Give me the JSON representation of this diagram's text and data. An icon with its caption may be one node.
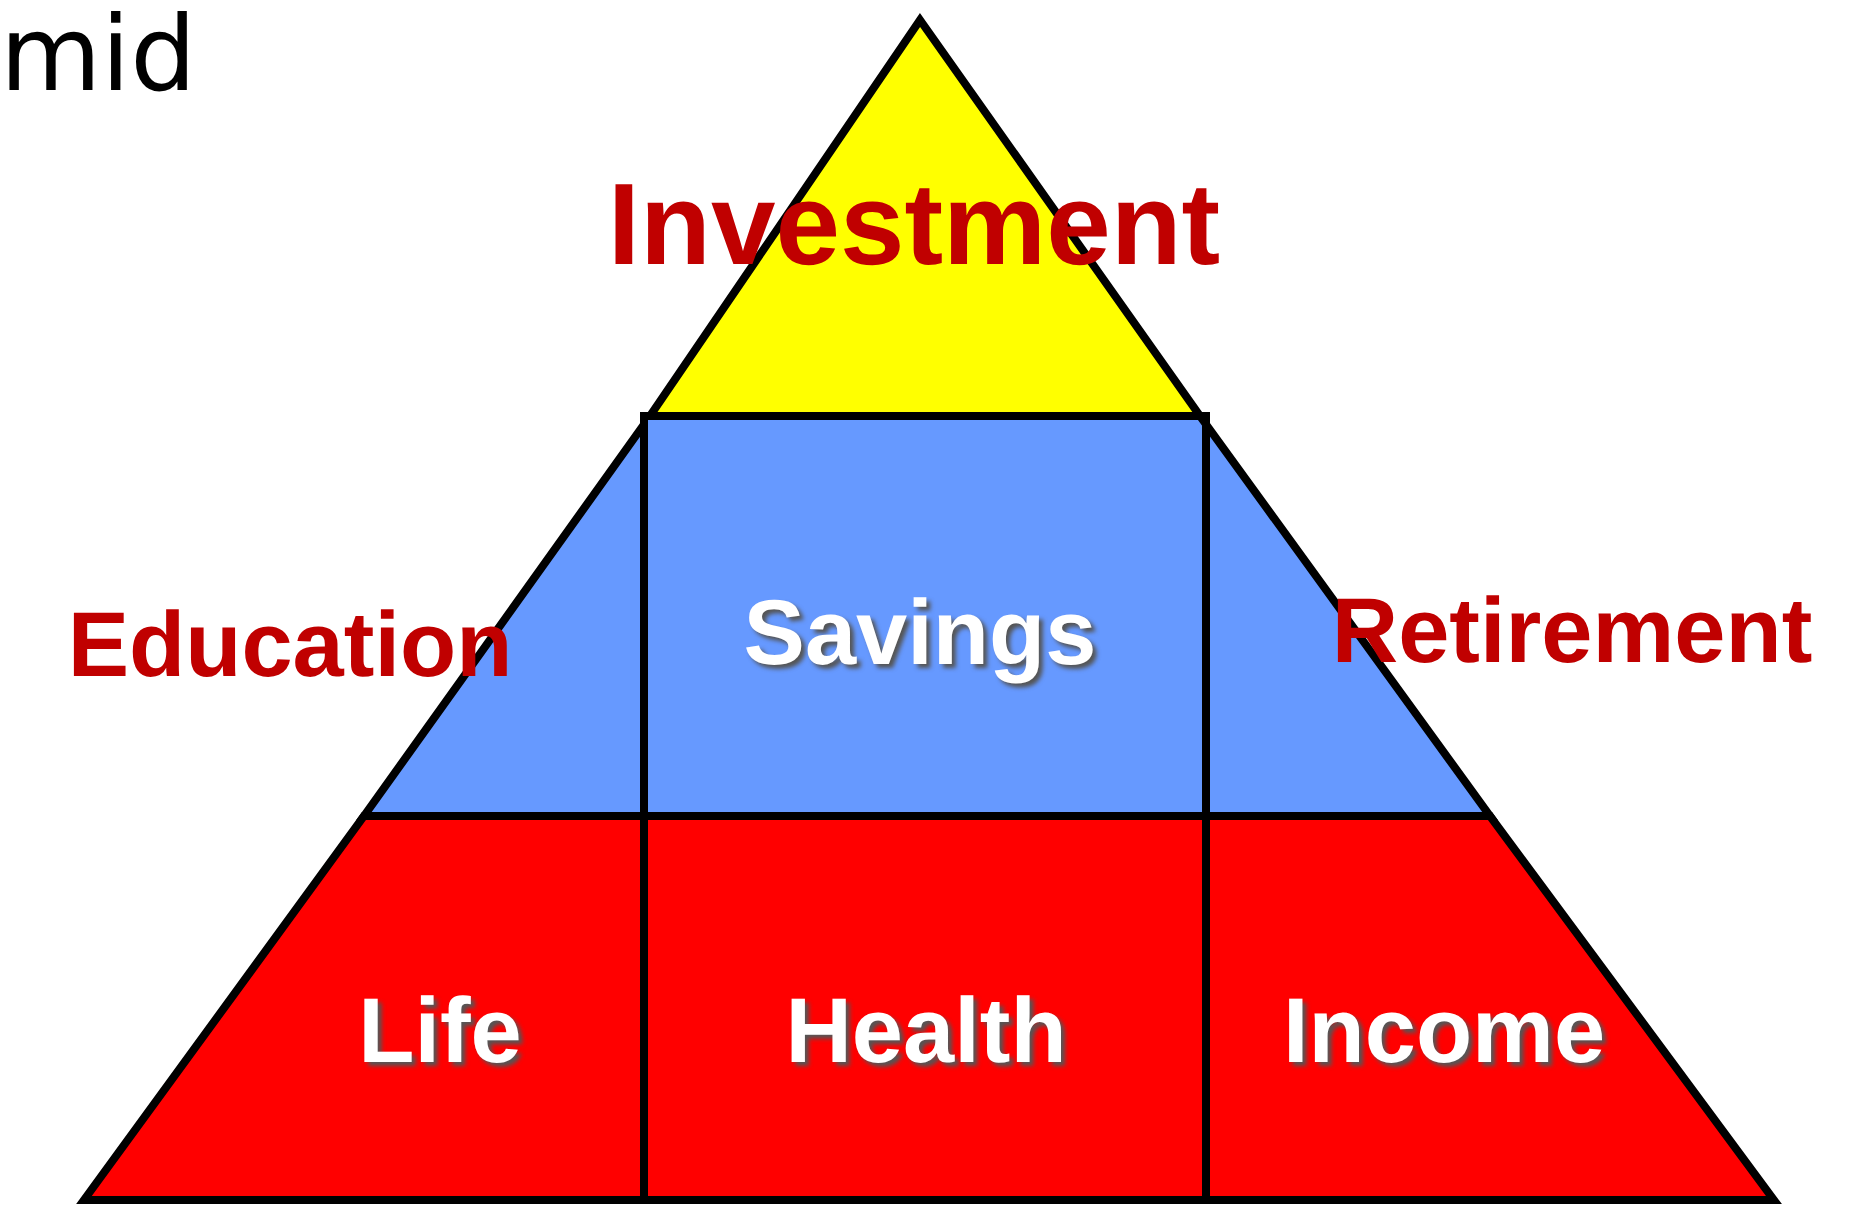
{
  "diagram": {
    "title": "mid",
    "nodes": [
      {
        "text": [
          "Investment"
        ]
      },
      {
        "text": [
          "Education"
        ]
      },
      {
        "text": [
          "Savings"
        ]
      },
      {
        "text": [
          "Retirement"
        ]
      },
      {
        "text": [
          "Life"
        ]
      },
      {
        "text": [
          "Health"
        ]
      },
      {
        "text": [
          "Income"
        ]
      }
    ]
  }
}
